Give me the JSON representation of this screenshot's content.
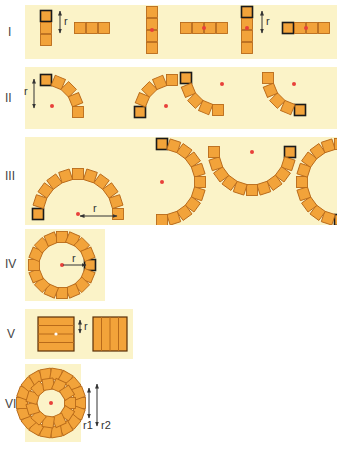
{
  "diagram": {
    "labels": [
      "I",
      "r",
      "r",
      "II",
      "r",
      "III",
      "r",
      "IV",
      "r",
      "V",
      "r",
      "VI",
      "r1",
      "r2"
    ]
  }
}
